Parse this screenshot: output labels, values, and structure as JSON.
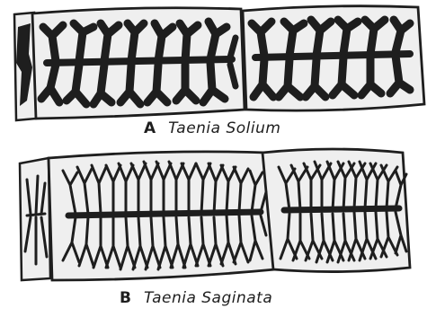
{
  "panels": [
    {
      "letter": "A",
      "species": "Taenia Solium",
      "segments": [
        {
          "branches": 10
        },
        {
          "branches": 8
        }
      ]
    },
    {
      "letter": "B",
      "species": "Taenia Saginata",
      "segments": [
        {
          "branches": 16
        },
        {
          "branches": 12
        }
      ]
    }
  ],
  "colors": {
    "ink": "#1e1e1e",
    "segment_fill": "#efefef",
    "background": "#ffffff"
  }
}
